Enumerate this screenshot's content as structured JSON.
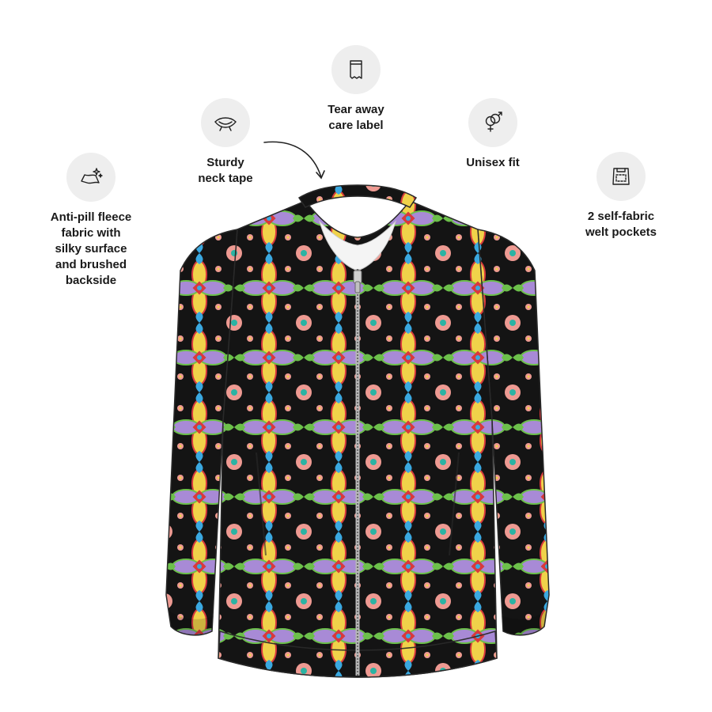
{
  "features": [
    {
      "icon": "fleece-fabric-icon",
      "label": "Anti-pill fleece\nfabric with\nsilky surface\nand brushed\nbackside"
    },
    {
      "icon": "neck-tape-icon",
      "label": "Sturdy\nneck tape"
    },
    {
      "icon": "care-label-icon",
      "label": "Tear away\ncare label"
    },
    {
      "icon": "unisex-icon",
      "label": "Unisex fit"
    },
    {
      "icon": "pocket-icon",
      "label": "2 self-fabric\nwelt pockets"
    }
  ],
  "colors": {
    "icon_bg": "#eeeeee",
    "text": "#1a1a1a",
    "pattern_bg": "#141414",
    "pattern_pink": "#ee9a92",
    "pattern_yellow": "#f0d24a",
    "pattern_green": "#6cc04a",
    "pattern_teal": "#2bb3a3",
    "pattern_purple": "#a88ad6",
    "pattern_blue": "#3aa8e0",
    "pattern_red": "#d8393c"
  }
}
